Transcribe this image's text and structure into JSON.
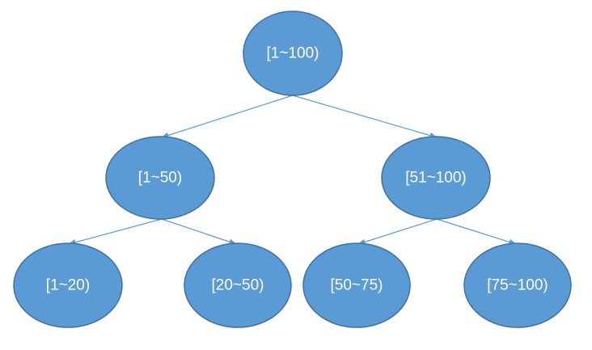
{
  "nodes": [
    {
      "id": "root",
      "label": "[1~100)"
    },
    {
      "id": "left",
      "label": "[1~50)"
    },
    {
      "id": "right",
      "label": "[51~100)"
    },
    {
      "id": "left-left",
      "label": "[1~20)"
    },
    {
      "id": "left-right",
      "label": "[20~50)"
    },
    {
      "id": "right-left",
      "label": "[50~75)"
    },
    {
      "id": "right-right",
      "label": "[75~100)"
    }
  ],
  "edges": [
    {
      "from": "root",
      "to": "left"
    },
    {
      "from": "root",
      "to": "right"
    },
    {
      "from": "left",
      "to": "left-left"
    },
    {
      "from": "left",
      "to": "left-right"
    },
    {
      "from": "right",
      "to": "right-left"
    },
    {
      "from": "right",
      "to": "right-right"
    }
  ],
  "colors": {
    "node_fill": "#5b9bd5",
    "node_stroke": "#41719c",
    "edge": "#5b9bd5",
    "label": "#ffffff"
  }
}
